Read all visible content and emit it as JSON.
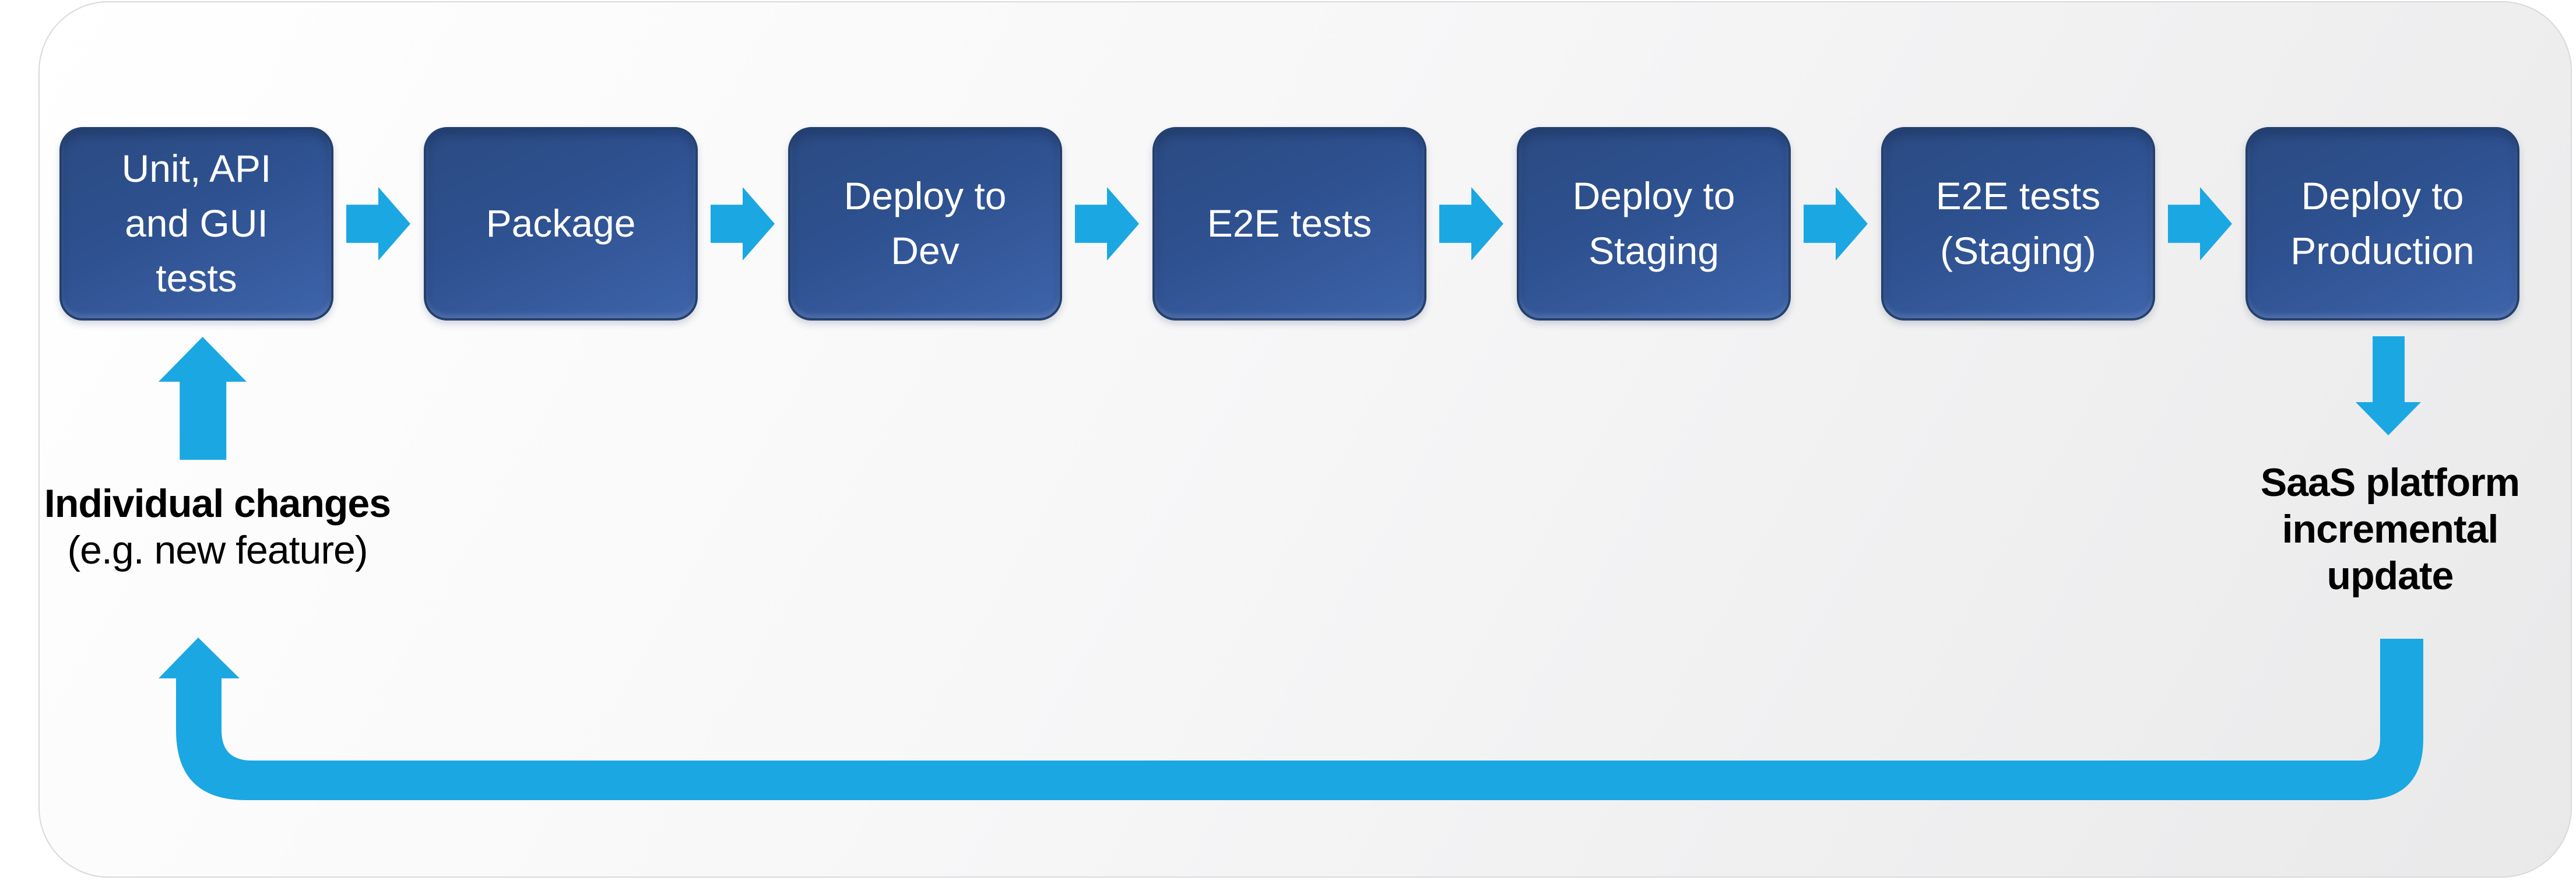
{
  "diagram": {
    "type": "pipeline-flow",
    "colors": {
      "arrow": "#1ba7e2",
      "box_fill_top": "#2a4a81",
      "box_fill_bottom": "#3e64aa",
      "box_border": "#24416e",
      "box_text": "#ffffff",
      "annotation_text": "#000000",
      "panel_border": "#d9d9d9",
      "panel_fill_light": "#ffffff",
      "panel_fill_dark": "#e9e9ea"
    },
    "steps": [
      {
        "label": "Unit, API\nand GUI\ntests"
      },
      {
        "label": "Package"
      },
      {
        "label": "Deploy to\nDev"
      },
      {
        "label": "E2E tests"
      },
      {
        "label": "Deploy to\nStaging"
      },
      {
        "label": "E2E tests\n(Staging)"
      },
      {
        "label": "Deploy to\nProduction"
      }
    ],
    "annotations": {
      "input": {
        "line1": "Individual changes",
        "line2": "(e.g. new feature)"
      },
      "output": {
        "text": "SaaS platform\nincremental\nupdate"
      }
    }
  }
}
